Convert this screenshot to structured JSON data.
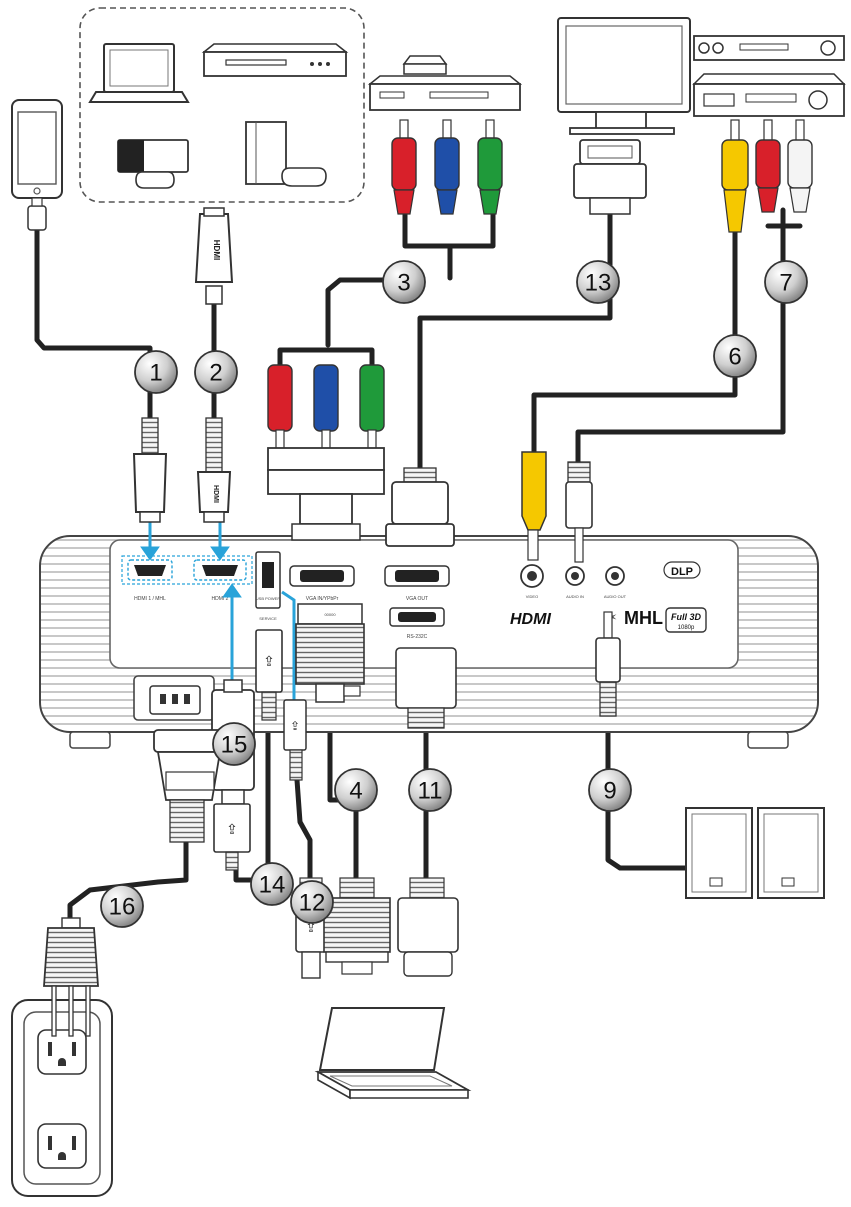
{
  "diagram": {
    "callouts": [
      {
        "id": "c1",
        "number": "1"
      },
      {
        "id": "c2",
        "number": "2"
      },
      {
        "id": "c3",
        "number": "3"
      },
      {
        "id": "c4",
        "number": "4"
      },
      {
        "id": "c6",
        "number": "6"
      },
      {
        "id": "c7",
        "number": "7"
      },
      {
        "id": "c9",
        "number": "9"
      },
      {
        "id": "c11",
        "number": "11"
      },
      {
        "id": "c12",
        "number": "12"
      },
      {
        "id": "c13",
        "number": "13"
      },
      {
        "id": "c14",
        "number": "14"
      },
      {
        "id": "c15",
        "number": "15"
      },
      {
        "id": "c16",
        "number": "16"
      }
    ],
    "connector_plugs": {
      "hdmi": "HDMI",
      "hdmi_small": "HDMI"
    },
    "port_labels": {
      "hdmi1": "HDMI 1 / MHL",
      "hdmi2": "HDMI 2",
      "usb_power": "USB POWER",
      "usb_service": "SERVICE",
      "vga_in": "VGA IN/YPbPr",
      "vga_out": "VGA OUT",
      "rs232": "RS-232C",
      "video": "VIDEO",
      "audio_in": "AUDIO IN",
      "audio_out": "AUDIO OUT",
      "vga_plug_pins": "00000"
    },
    "logos": {
      "hdmi": "HDMI",
      "mhl": "MHL",
      "dlp": "DLP",
      "full3d": "Full 3D",
      "full3d_res": "1080p"
    },
    "colors": {
      "red": "#d8202a",
      "blue": "#1f4fa8",
      "green": "#1f9a3a",
      "yellow": "#f5c800",
      "white": "#f4f4f4",
      "highlight": "#29a3d9",
      "cable": "#222222",
      "badge": "#c9c9c9"
    }
  }
}
